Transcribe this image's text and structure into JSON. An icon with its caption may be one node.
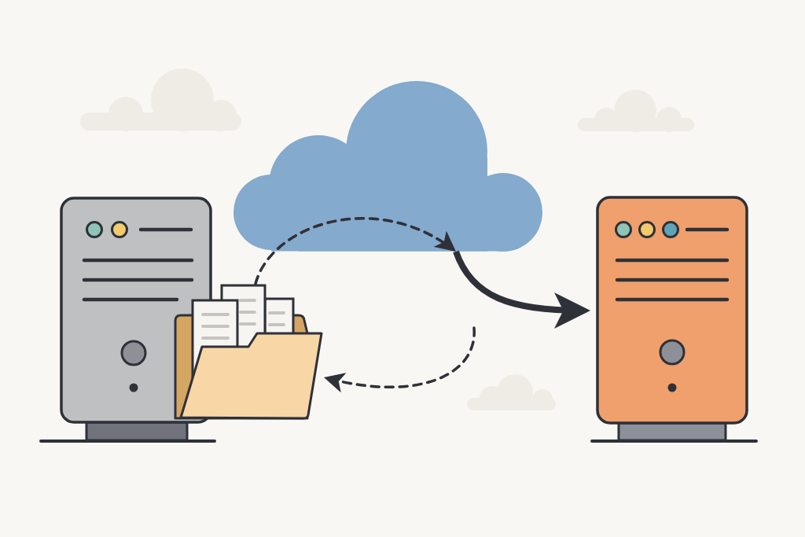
{
  "diagram": {
    "nodes": [
      {
        "text": [],
        "shape": "picture"
      },
      {
        "text": [],
        "shape": "picture"
      },
      {
        "text": [],
        "shape": "cloud"
      },
      {
        "text": [],
        "shape": "picture"
      }
    ],
    "edges": [
      {
        "from": 1,
        "to": 2,
        "arrow": "to",
        "style": "dashed"
      },
      {
        "from": 2,
        "to": 3,
        "arrow": "to",
        "style": "thick"
      },
      {
        "from": null,
        "to": 1,
        "arrow": "to",
        "style": "dashed"
      }
    ]
  }
}
